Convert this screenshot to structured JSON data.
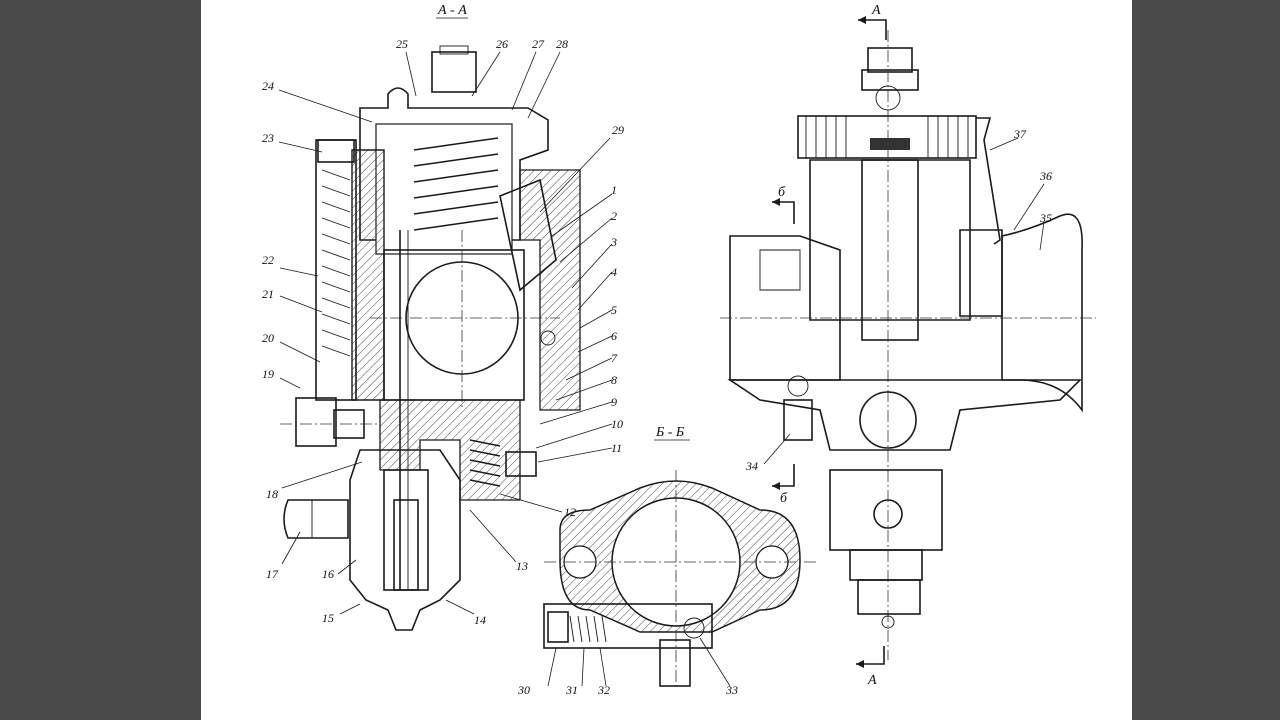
{
  "sections": {
    "main_section": "А - А",
    "bb_section": "Б - Б",
    "cut_marker_a_top": "А",
    "cut_marker_a_bottom": "А",
    "cut_marker_b_top": "б",
    "cut_marker_b_bottom": "б"
  },
  "part_labels": [
    "1",
    "2",
    "3",
    "4",
    "5",
    "6",
    "7",
    "8",
    "9",
    "10",
    "11",
    "12",
    "13",
    "14",
    "15",
    "16",
    "17",
    "18",
    "19",
    "20",
    "21",
    "22",
    "23",
    "24",
    "25",
    "26",
    "27",
    "28",
    "29",
    "30",
    "31",
    "32",
    "33",
    "34",
    "35",
    "36",
    "37"
  ],
  "colors": {
    "background": "#4a4a4a",
    "sheet": "#ffffff",
    "ink": "#1a1a1a"
  }
}
